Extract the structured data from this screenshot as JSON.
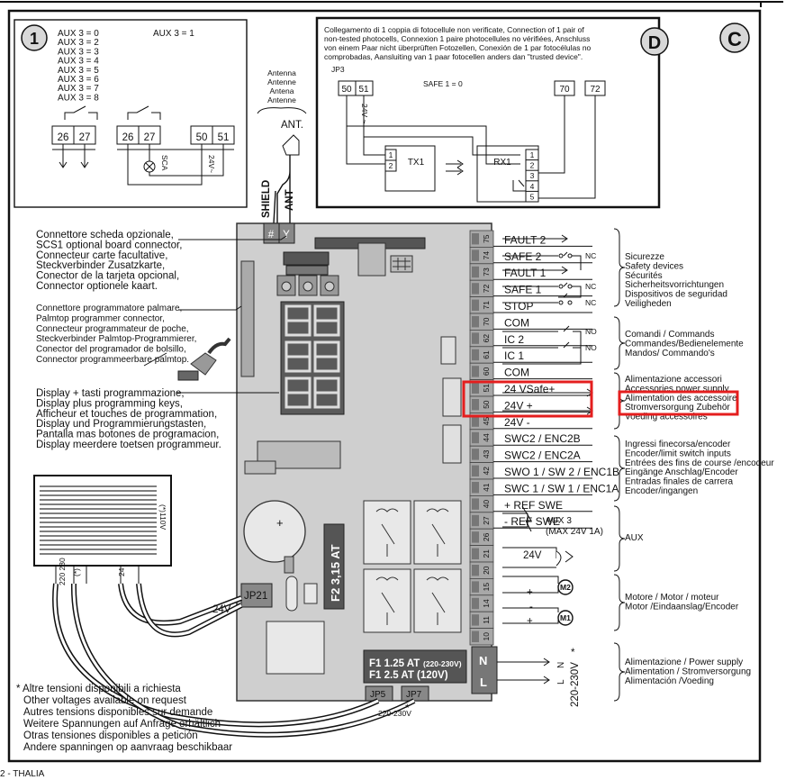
{
  "panels": {
    "panel1": {
      "badge": "1",
      "aux_list": [
        "AUX 3 = 0",
        "AUX 3 = 2",
        "AUX 3 = 3",
        "AUX 3 = 4",
        "AUX 3 = 5",
        "AUX 3 = 6",
        "AUX 3 = 7",
        "AUX 3 = 8"
      ],
      "aux_one": "AUX 3 = 1",
      "terms_a": [
        "26",
        "27"
      ],
      "terms_b": [
        "26",
        "27",
        "50",
        "51"
      ],
      "sca": "SCA",
      "v24": "24V~"
    },
    "panelD": {
      "badge": "D",
      "note": [
        "Collegamento di 1 coppia di fotocellule non verificate, Connection of 1 pair of",
        "non-tested photocells, Connexion 1 paire photocellules no vérifiées, Anschluss",
        "von einem Paar nicht überprüften Fotozellen, Conexión de 1 par fotocélulas no",
        "comprobadas, Aansluiting van 1 paar fotocellen anders dan \"trusted device\"."
      ],
      "jp3": "JP3",
      "t5051": [
        "50",
        "51"
      ],
      "safe": "SAFE 1 = 0",
      "t7072": [
        "70",
        "72"
      ],
      "v24": "24V ~",
      "tx": "TX1",
      "rx": "RX1",
      "tx_pins": [
        "1",
        "2"
      ],
      "rx_pins": [
        "1",
        "2",
        "3",
        "4",
        "5"
      ]
    },
    "panelC": {
      "badge": "C"
    }
  },
  "antenna": {
    "names": [
      "Antenna",
      "Antenne",
      "Antena",
      "Antenne"
    ],
    "ant": "ANT.",
    "shield": "SHIELD",
    "ant2": "ANT",
    "hash": "#",
    "gamma": "Y"
  },
  "left_labels": {
    "scs1": [
      "Connettore scheda opzionale,",
      "SCS1 optional board connector,",
      "Connecteur carte facultative,",
      "Steckverbinder Zusatzkarte,",
      "Conector de la tarjeta opcional,",
      "Connector optionele kaart."
    ],
    "palm": [
      "Connettore programmatore palmare,",
      "Palmtop programmer connector,",
      "Connecteur programmateur de poche,",
      "Steckverbinder Palmtop-Programmierer,",
      "Conector del programador de bolsillo,",
      "Connector programmeerbare palmtop."
    ],
    "display": [
      "Display + tasti programmazione,",
      "Display plus programming keys,",
      "Afficheur et touches de programmation,",
      "Display und Programmierungstasten,",
      "Pantalla mas botones de programacion,",
      "Display meerdere toetsen programmeur."
    ]
  },
  "terminals": [
    {
      "n": "75",
      "label": "FAULT 2"
    },
    {
      "n": "74",
      "label": "SAFE 2"
    },
    {
      "n": "73",
      "label": "FAULT 1"
    },
    {
      "n": "72",
      "label": "SAFE 1"
    },
    {
      "n": "71",
      "label": "STOP"
    },
    {
      "n": "70",
      "label": "COM"
    },
    {
      "n": "62",
      "label": "IC 2"
    },
    {
      "n": "61",
      "label": "IC 1"
    },
    {
      "n": "60",
      "label": "COM"
    },
    {
      "n": "51",
      "label": "24 VSafe+"
    },
    {
      "n": "50",
      "label": "24V +"
    },
    {
      "n": "45",
      "label": "24V -"
    },
    {
      "n": "44",
      "label": "SWC2 / ENC2B"
    },
    {
      "n": "43",
      "label": "SWC2 / ENC2A"
    },
    {
      "n": "42",
      "label": "SWO 1 / SW 2 / ENC1B"
    },
    {
      "n": "41",
      "label": "SWC 1 / SW 1 / ENC1A"
    },
    {
      "n": "40",
      "label": "+ REF SWE"
    },
    {
      "n": "27",
      "label": "- REF SWE"
    },
    {
      "n": "26",
      "label": ""
    },
    {
      "n": "21",
      "label": ""
    },
    {
      "n": "20",
      "label": ""
    },
    {
      "n": "15",
      "label": ""
    },
    {
      "n": "14",
      "label": ""
    },
    {
      "n": "11",
      "label": ""
    },
    {
      "n": "10",
      "label": ""
    }
  ],
  "nc": [
    "NC",
    "NC",
    "NC"
  ],
  "no": [
    "NO",
    "NO"
  ],
  "right_groups": {
    "safety": [
      "Sicurezze",
      "Safety devices",
      "Sécurités",
      "Sicherheitsvorrichtungen",
      "Dispositivos de seguridad",
      "Veiligheden"
    ],
    "commands": [
      "Comandi / Commands",
      "Commandes/Bedienelemente",
      "Mandos/ Commando's"
    ],
    "power": [
      "Alimentazione accessori",
      "Accessories power supply",
      "Alimentation des accessoire",
      "Stromversorgung Zubehör",
      "Voeding accessoires"
    ],
    "limit": [
      "Ingressi finecorsa/encoder",
      "Encoder/limit switch inputs",
      "Entrées des fins de course /encodeur",
      "Eingänge Anschlag/Encoder",
      "Entradas finales de carrera",
      "Encoder/ingangen"
    ],
    "aux": "AUX",
    "motor": [
      "Motore / Motor / moteur",
      "Motor /Eindaanslag/Encoder"
    ],
    "supply": [
      "Alimentazione / Power supply",
      "Alimentation / Stromversorgung",
      "Alimentación /Voeding"
    ]
  },
  "aux3": [
    "AUX 3",
    "(MAX 24V 1A)"
  ],
  "lamp_v": "24V",
  "motors": [
    "M2",
    "M1"
  ],
  "plusminus": [
    "-",
    "+",
    "-",
    "+"
  ],
  "mains": {
    "n": "N",
    "l": "L",
    "v": "220-230V",
    "star": "*"
  },
  "fuses": {
    "f1": "F1  1.25 AT",
    "f1s": "(220-230V)",
    "f2": "F1  2.5 AT (120V)",
    "f2big": "F2 3,15 AT"
  },
  "jp": {
    "jp21": "JP21",
    "jp5": "JP5",
    "jp7": "JP7",
    "v24": "24V",
    "v230": "220-230V",
    "star": "*"
  },
  "transformer": {
    "a": "(*)110V",
    "b": "220 230",
    "c": "(*)",
    "d": "24"
  },
  "footnote": [
    "* Altre tensioni disponibili a richiesta",
    "Other voltages available on request",
    "Autres tensions disponibles sur demande",
    "Weitere Spannungen auf Anfrage erhältlich",
    "Otras tensiones disponibles a petición",
    "Andere spanningen op aanvraag beschikbaar"
  ],
  "footer": "2  - THALIA",
  "colors": {
    "highlight": "#e41e1e",
    "board": "#cfcfcf"
  }
}
